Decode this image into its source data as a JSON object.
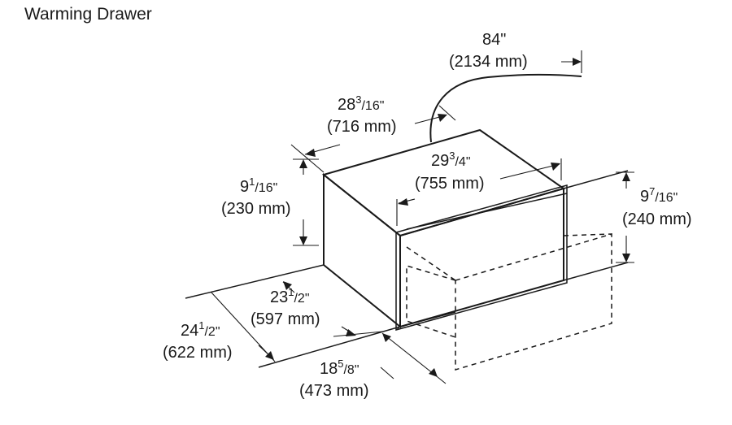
{
  "title": "Warming Drawer",
  "dimensions": {
    "cord": {
      "whole": "84\"",
      "mm": "(2134 mm)"
    },
    "depth_top": {
      "whole": "28",
      "sup": "3",
      "sub": "/16\"",
      "mm": "(716 mm)"
    },
    "width_top": {
      "whole": "29",
      "sup": "3",
      "sub": "/4\"",
      "mm": "(755 mm)"
    },
    "height_left": {
      "whole": "9",
      "sup": "1",
      "sub": "/16\"",
      "mm": "(230 mm)"
    },
    "height_right": {
      "whole": "9",
      "sup": "7",
      "sub": "/16\"",
      "mm": "(240 mm)"
    },
    "depth_inner": {
      "whole": "23",
      "sup": "1",
      "sub": "/2\"",
      "mm": "(597 mm)"
    },
    "depth_outer": {
      "whole": "24",
      "sup": "1",
      "sub": "/2\"",
      "mm": "(622 mm)"
    },
    "cutout_depth": {
      "whole": "18",
      "sup": "5",
      "sub": "/8\"",
      "mm": "(473 mm)"
    }
  }
}
